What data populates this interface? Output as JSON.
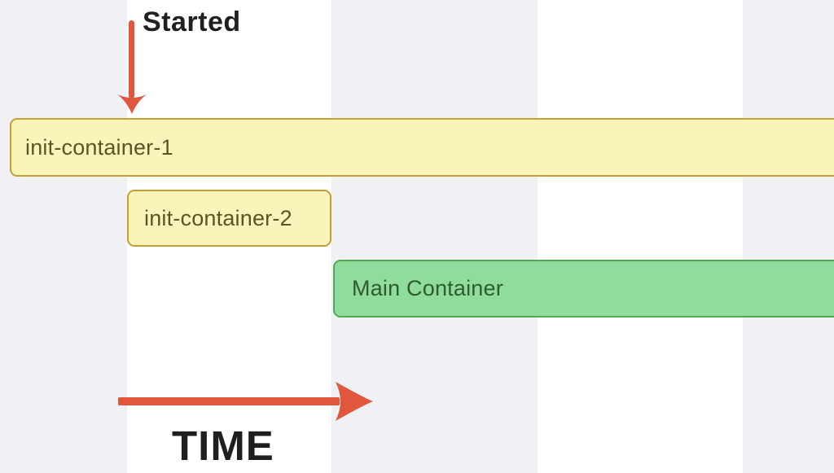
{
  "annotations": {
    "started": "Started",
    "time": "TIME"
  },
  "bars": [
    {
      "label": "init-container-1",
      "kind": "init-container",
      "row": 1,
      "starts_at_column": 0,
      "runs_past_right_edge": true
    },
    {
      "label": "init-container-2",
      "kind": "init-container",
      "row": 2,
      "starts_at_column": 1,
      "spans_columns": 1
    },
    {
      "label": "Main Container",
      "kind": "main-container",
      "row": 3,
      "starts_at_column": 2,
      "runs_past_right_edge": true
    }
  ],
  "icons": {
    "started_arrow": "arrow-down-icon",
    "time_arrow": "arrow-right-icon"
  },
  "colors": {
    "background": "#F0F1F4",
    "column-white": "#FFFFFF",
    "init-fill": "#FBF4BA",
    "init-border": "#C2A136",
    "init-text": "#5C5426",
    "main-fill": "#90DC9D",
    "main-border": "#54AA54",
    "main-text": "#2E5B31",
    "arrow": "#E0573E",
    "annotation-text": "#1F1F1F"
  }
}
